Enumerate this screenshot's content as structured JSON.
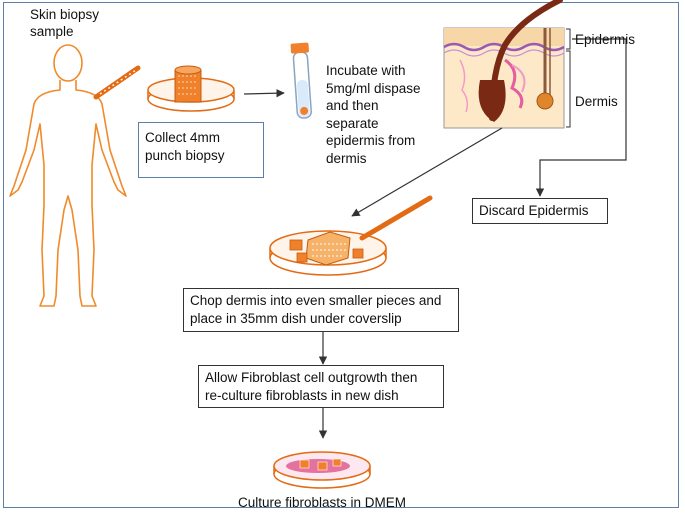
{
  "labels": {
    "skin_biopsy": [
      "Skin biopsy",
      "sample"
    ],
    "collect": [
      "Collect 4mm",
      "punch biopsy"
    ],
    "incubate": [
      "Incubate with",
      "5mg/ml dispase",
      "and then",
      "separate",
      "epidermis from",
      "dermis"
    ],
    "epidermis": "Epidermis",
    "dermis": "Dermis",
    "discard": "Discard Epidermis",
    "chop": [
      "Chop dermis into even smaller pieces and",
      "place in 35mm dish under coverslip"
    ],
    "allow": [
      "Allow Fibroblast cell outgrowth then",
      "re-culture fibroblasts in new dish"
    ],
    "culture": "Culture fibroblasts in DMEM"
  },
  "colors": {
    "accent": "#f07f1f",
    "frame": "#5b7fa6",
    "hair": "#7a2a14",
    "skin": "#fde9c8"
  }
}
